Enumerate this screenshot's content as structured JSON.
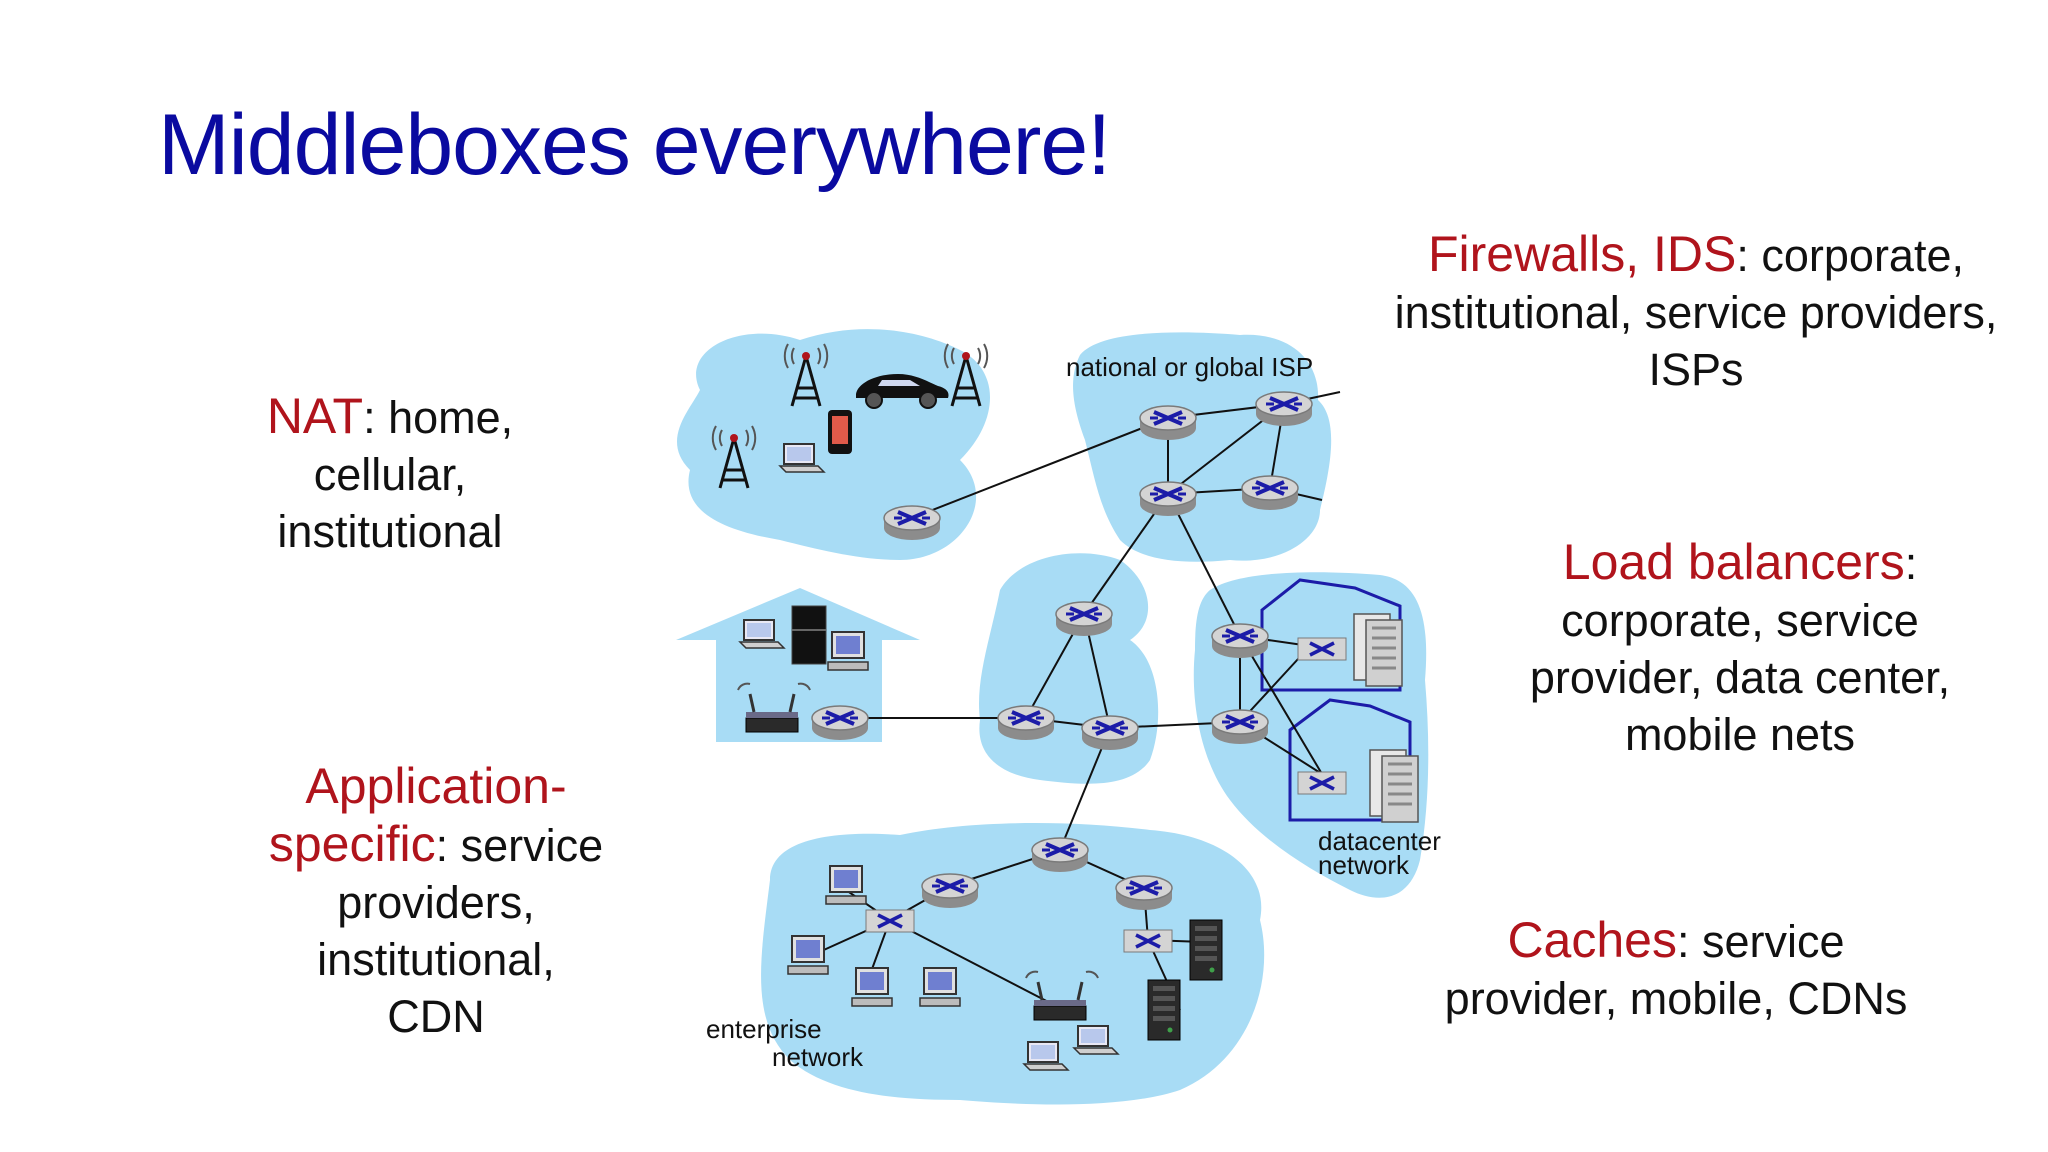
{
  "title": "Middleboxes everywhere!",
  "callouts": {
    "nat": {
      "highlight": "NAT",
      "rest": ": home,",
      "line2": "cellular,",
      "line3": "institutional"
    },
    "firewalls": {
      "highlight": "Firewalls, IDS",
      "rest": ": corporate,",
      "line2": "institutional, service providers,",
      "line3": "ISPs"
    },
    "load_balancers": {
      "highlight": "Load balancers",
      "rest": ":",
      "line2": "corporate, service",
      "line3": "provider, data center,",
      "line4": "mobile nets"
    },
    "application": {
      "highlight_line1": "Application-",
      "highlight_line2": "specific",
      "rest": ": service",
      "line3": "providers,",
      "line4": "institutional,",
      "line5": "CDN"
    },
    "caches": {
      "highlight": "Caches",
      "rest": ": service",
      "line2": "provider, mobile, CDNs"
    }
  },
  "diagram_labels": {
    "isp": "national or global ISP",
    "datacenter_line1": "datacenter",
    "datacenter_line2": "network",
    "enterprise_line1": "enterprise",
    "enterprise_line2": "network"
  },
  "colors": {
    "title": "#0a0aa0",
    "highlight": "#b0141c",
    "cloud": "#a8dcf5",
    "router_cross": "#1c1ca8"
  }
}
